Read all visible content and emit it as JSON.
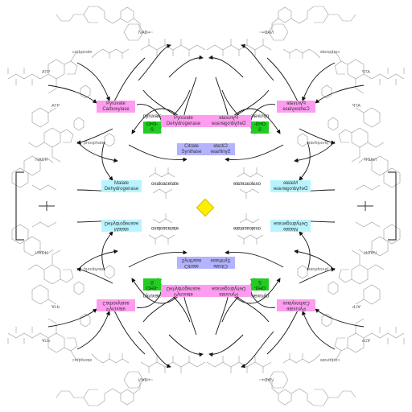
{
  "colors": {
    "pyruvate_kinase": "#ff9cf0",
    "dehydrogenase": "#b8f4ff",
    "complex": "#b3b3ff",
    "marker": "#22cc22",
    "center": "#ffee00",
    "structure": "#9a9a9a",
    "arrow": "#111111"
  },
  "quadrants": [
    {
      "nad": "NAD+",
      "carbonate": "carbonate",
      "atp_top": "ATP",
      "atp": "ATP",
      "pyruvate_kinase": [
        "Pyruvate",
        "Carboxylase"
      ],
      "pyruvate": "pyruvate",
      "pyruvate_dehydrogenase": [
        "Pyruvate",
        "Dehydrogenase"
      ],
      "marker": "OH3-S",
      "phosphate": "phosphate",
      "nadh": "NADH",
      "citrate_synthase": [
        "Citrate",
        "Synthase"
      ],
      "malate_dehydrogenase": [
        "Malate",
        "Dehydrogenase"
      ],
      "oxaloacetate": "oxaloacetate",
      "malate": "malate"
    },
    {
      "nad": "NAD+",
      "carbonate": "carbonate",
      "atp_top": "ATP",
      "atp": "ATP",
      "pyruvate_kinase": [
        "Pyruvate",
        "Carboxylase"
      ],
      "pyruvate": "pyruvate",
      "pyruvate_dehydrogenase": [
        "Pyruvate",
        "Dehydrogenase"
      ],
      "marker": "OH3-S",
      "phosphate": "phosphate",
      "nadh": "NADH",
      "citrate_synthase": [
        "Citrate",
        "Synthase"
      ],
      "malate_dehydrogenase": [
        "Malate",
        "Dehydrogenase"
      ],
      "oxaloacetate": "oxaloacetate",
      "malate": "malate"
    },
    {
      "nad": "NAD+",
      "carbonate": "carbonate",
      "atp_top": "ATP",
      "atp": "ATP",
      "pyruvate_kinase": [
        "Pyruvate",
        "Carboxylase"
      ],
      "pyruvate": "pyruvate",
      "pyruvate_dehydrogenase": [
        "Pyruvate",
        "Dehydrogenase"
      ],
      "marker": "OH3-S",
      "phosphate": "phosphate",
      "nadh": "NADH",
      "citrate_synthase": [
        "Citrate",
        "Synthase"
      ],
      "malate_dehydrogenase": [
        "Malate",
        "Dehydrogenase"
      ],
      "oxaloacetate": "oxaloacetate",
      "malate": "malate"
    },
    {
      "nad": "NAD+",
      "carbonate": "carbonate",
      "atp_top": "ATP",
      "atp": "ATP",
      "pyruvate_kinase": [
        "Pyruvate",
        "Carboxylase"
      ],
      "pyruvate": "pyruvate",
      "pyruvate_dehydrogenase": [
        "Pyruvate",
        "Dehydrogenase"
      ],
      "marker": "OH3-S",
      "phosphate": "phosphate",
      "nadh": "NADH",
      "citrate_synthase": [
        "Citrate",
        "Synthase"
      ],
      "malate_dehydrogenase": [
        "Malate",
        "Dehydrogenase"
      ],
      "oxaloacetate": "oxaloacetate",
      "malate": "malate"
    }
  ]
}
